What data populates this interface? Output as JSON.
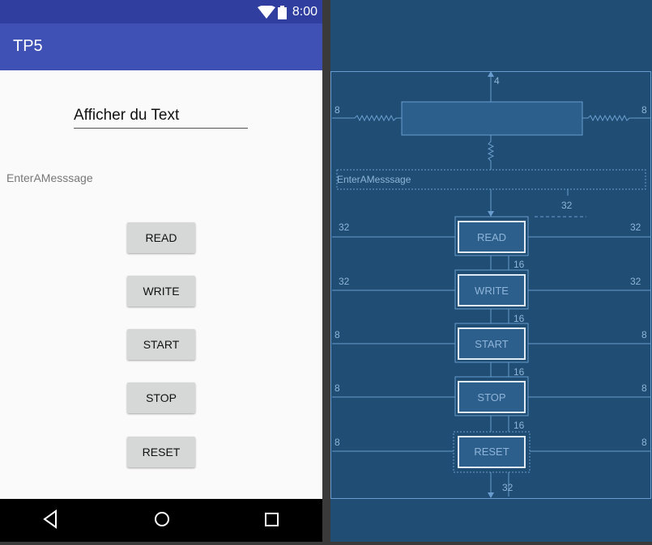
{
  "status_bar": {
    "time": "8:00",
    "icons": [
      "wifi-icon",
      "battery-icon"
    ]
  },
  "app_bar": {
    "title": "TP5"
  },
  "content": {
    "text_field": {
      "value": "Afficher du Text"
    },
    "message_hint": "EnterAMesssage",
    "buttons": [
      "READ",
      "WRITE",
      "START",
      "STOP",
      "RESET"
    ]
  },
  "nav_bar": {
    "icons": [
      "back-icon",
      "home-icon",
      "recents-icon"
    ]
  },
  "blueprint": {
    "margins": {
      "top": "4",
      "left": "8",
      "right": "8",
      "read_top": "32",
      "gap": "16",
      "bottom": "32",
      "wide": "32"
    },
    "hint": "EnterAMesssage",
    "buttons": [
      "READ",
      "WRITE",
      "START",
      "STOP",
      "RESET"
    ]
  },
  "colors": {
    "primary": "#3f51b5",
    "primary_dark": "#303f9f",
    "blueprint_bg": "#1f4d73",
    "blueprint_line": "#8fb4d9"
  }
}
